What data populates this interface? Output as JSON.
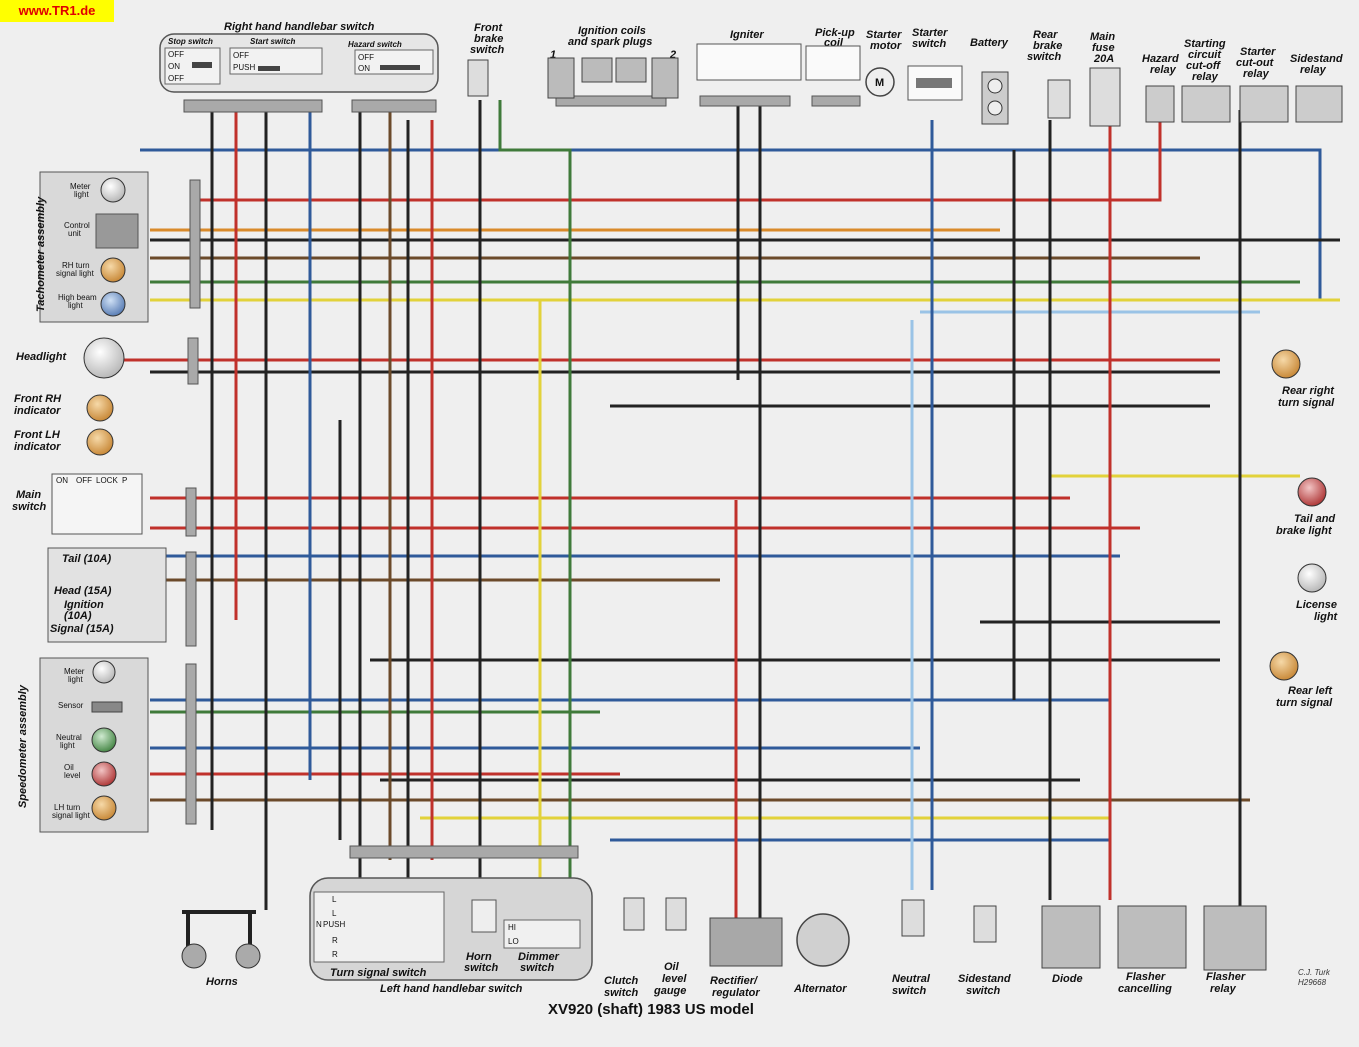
{
  "site": "www.TR1.de",
  "title": "XV920 (shaft) 1983 US model",
  "signature": [
    "C.J. Turk",
    "H29668"
  ],
  "colors": {
    "background": "#efefef",
    "red": "#c0312b",
    "black": "#222222",
    "blue": "#2f5a9a",
    "green": "#3f7a3a",
    "yellow": "#e2d23a",
    "orange": "#d98a2a",
    "brown": "#6b4a2a",
    "lightblue": "#9ac3e6",
    "connector": "#a9a9a9"
  },
  "components": {
    "right_switch": "Right hand handlebar switch",
    "stop_switch": "Stop switch",
    "start_switch": "Start switch",
    "hazard_switch": "Hazard switch",
    "stop_states": [
      "OFF",
      "ON",
      "OFF"
    ],
    "start_states": [
      "OFF",
      "PUSH"
    ],
    "hazard_states": [
      "OFF",
      "ON"
    ],
    "front_brake": [
      "Front",
      "brake",
      "switch"
    ],
    "ignition_coils": [
      "Ignition coils",
      "and spark plugs"
    ],
    "coil_numbers": [
      "1",
      "2"
    ],
    "igniter": "Igniter",
    "pickup": [
      "Pick-up",
      "coil"
    ],
    "starter_motor": [
      "Starter",
      "motor"
    ],
    "starter_switch": [
      "Starter",
      "switch"
    ],
    "battery": "Battery",
    "rear_brake": [
      "Rear",
      "brake",
      "switch"
    ],
    "main_fuse": [
      "Main",
      "fuse",
      "20A"
    ],
    "hazard_relay": [
      "Hazard",
      "relay"
    ],
    "starting_relay": [
      "Starting",
      "circuit",
      "cut-off",
      "relay"
    ],
    "starter_relay": [
      "Starter",
      "cut-out",
      "relay"
    ],
    "sidestand_relay": [
      "Sidestand",
      "relay"
    ],
    "tachometer": "Tachometer assembly",
    "tacho_items": [
      "Meter",
      "light",
      "Control",
      "unit",
      "RH turn",
      "signal light",
      "High beam",
      "light"
    ],
    "headlight": "Headlight",
    "front_rh": [
      "Front RH",
      "indicator"
    ],
    "front_lh": [
      "Front LH",
      "indicator"
    ],
    "main_switch": [
      "Main",
      "switch"
    ],
    "main_switch_positions": [
      "ON",
      "OFF",
      "LOCK",
      "P"
    ],
    "fuses": [
      "Tail (10A)",
      "Head (15A)",
      "Ignition",
      "(10A)",
      "Signal (15A)"
    ],
    "speedometer": "Speedometer assembly",
    "speedo_items": [
      "Meter",
      "light",
      "Sensor",
      "Neutral",
      "light",
      "Oil",
      "level",
      "LH turn",
      "signal light"
    ],
    "horns": "Horns",
    "left_switch": "Left hand handlebar switch",
    "turn_switch": "Turn signal switch",
    "turn_positions": [
      "L",
      "L",
      "N",
      "PUSH",
      "R",
      "R"
    ],
    "horn_switch": [
      "Horn",
      "switch"
    ],
    "dimmer_switch": [
      "Dimmer",
      "switch"
    ],
    "dimmer_positions": [
      "HI",
      "LO"
    ],
    "clutch_switch": [
      "Clutch",
      "switch"
    ],
    "oil_gauge": [
      "Oil",
      "level",
      "gauge"
    ],
    "rectifier": [
      "Rectifier/",
      "regulator"
    ],
    "alternator": "Alternator",
    "neutral_switch": [
      "Neutral",
      "switch"
    ],
    "sidestand_switch": [
      "Sidestand",
      "switch"
    ],
    "diode": "Diode",
    "flasher_cancel": [
      "Flasher",
      "cancelling"
    ],
    "flasher_relay": [
      "Flasher",
      "relay"
    ],
    "rear_right": [
      "Rear right",
      "turn signal"
    ],
    "tail_brake": [
      "Tail and",
      "brake light"
    ],
    "license": [
      "License",
      "light"
    ],
    "rear_left": [
      "Rear left",
      "turn signal"
    ],
    "motor_symbol": "M"
  }
}
